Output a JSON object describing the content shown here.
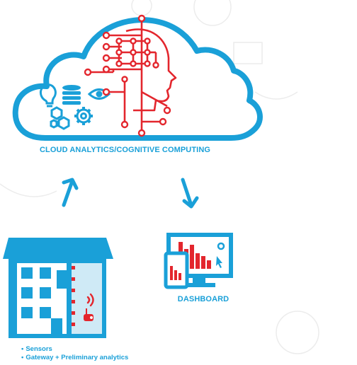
{
  "cloud": {
    "title": "CLOUD ANALYTICS/COGNITIVE COMPUTING"
  },
  "dashboard": {
    "title": "DASHBOARD"
  },
  "building": {
    "bullets": [
      "Sensors",
      "Gateway + Preliminary analytics"
    ]
  },
  "icons": [
    "lightbulb-icon",
    "database-icon",
    "eye-icon",
    "hexagon-cluster-icon",
    "gear-icon",
    "brain-circuit-head-icon",
    "monitor-icon",
    "smartphone-icon",
    "building-icon",
    "wifi-icon",
    "arrow-up-icon",
    "arrow-down-icon"
  ],
  "colors": {
    "blue": "#1aa0d8",
    "red": "#e3262d",
    "background": "#ffffff"
  }
}
